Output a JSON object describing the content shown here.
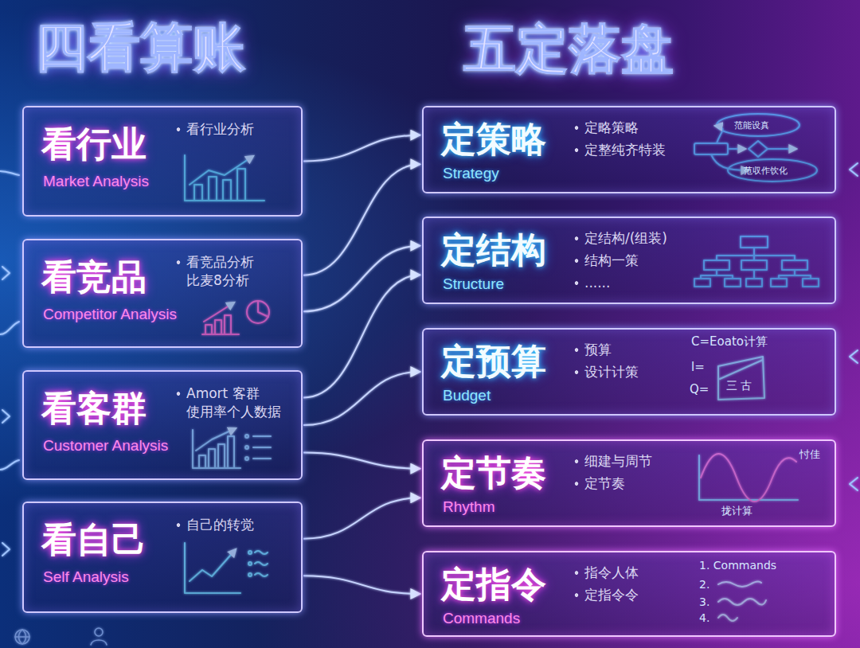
{
  "diagram": {
    "title": "四看算账",
    "nodes": [
      {
        "text": [
          "看行业",
          "Market Analysis",
          "看行业分析"
        ]
      },
      {
        "text": [
          "看竞品",
          "Competitor Analysis",
          "看竞品分析 比麦8分析"
        ]
      },
      {
        "text": [
          "看客群",
          "Customer Analysis",
          "Amort 客群 使用率个人数据"
        ]
      },
      {
        "text": [
          "看自己",
          "Self Analysis",
          "自己的转觉"
        ]
      },
      {
        "text": [
          "定策略",
          "Strategy",
          "定略策略",
          "定整纯齐特装"
        ]
      },
      {
        "text": [
          "定结构",
          "Structure",
          "定结构/(组装)",
          "结构一策",
          "......"
        ]
      },
      {
        "text": [
          "定预算",
          "Budget",
          "预算",
          "设计计策"
        ]
      },
      {
        "text": [
          "定节奏",
          "Rhythm",
          "细建与周节",
          "定节奏"
        ]
      },
      {
        "text": [
          "定指令",
          "Commands",
          "指令人体",
          "定指令令"
        ]
      }
    ],
    "edges": [
      {
        "from": 0,
        "to": 4,
        "arrow": "to"
      },
      {
        "from": 1,
        "to": 4,
        "arrow": "to"
      },
      {
        "from": 1,
        "to": 5,
        "arrow": "to"
      },
      {
        "from": 2,
        "to": 5,
        "arrow": "to"
      },
      {
        "from": 2,
        "to": 6,
        "arrow": "to"
      },
      {
        "from": 2,
        "to": 7,
        "arrow": "to"
      },
      {
        "from": 3,
        "to": 7,
        "arrow": "to"
      },
      {
        "from": 3,
        "to": 8,
        "arrow": "to"
      }
    ],
    "labels": [
      "五定落盘",
      "范能设真",
      "范収作饮化",
      "C=Eoato计算",
      "l=",
      "Q=",
      "三 古",
      "忖佳",
      "拢计算",
      "1. Commands",
      "2.",
      "3.",
      "4."
    ]
  }
}
